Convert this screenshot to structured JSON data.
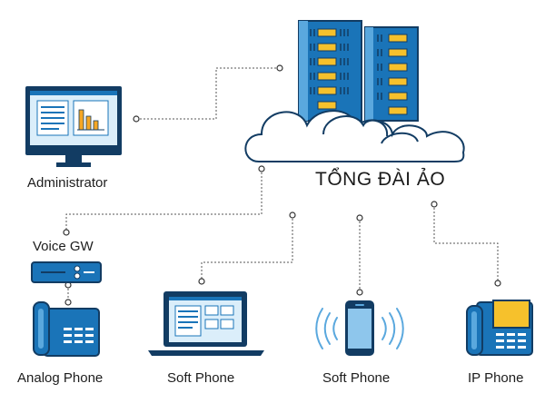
{
  "diagram": {
    "center_label": "TỔNG ĐÀI ẢO",
    "nodes": {
      "administrator": "Administrator",
      "voice_gw": "Voice GW",
      "analog_phone": "Analog Phone",
      "soft_phone_laptop": "Soft Phone",
      "soft_phone_mobile": "Soft Phone",
      "ip_phone": "IP Phone"
    },
    "colors": {
      "primary_blue": "#1a74b8",
      "dark_navy": "#123c63",
      "light_blue": "#5aa8de",
      "pale_blue": "#dbeefa",
      "server_yellow": "#f6c12c",
      "connector_gray": "#6b6b6b"
    }
  }
}
